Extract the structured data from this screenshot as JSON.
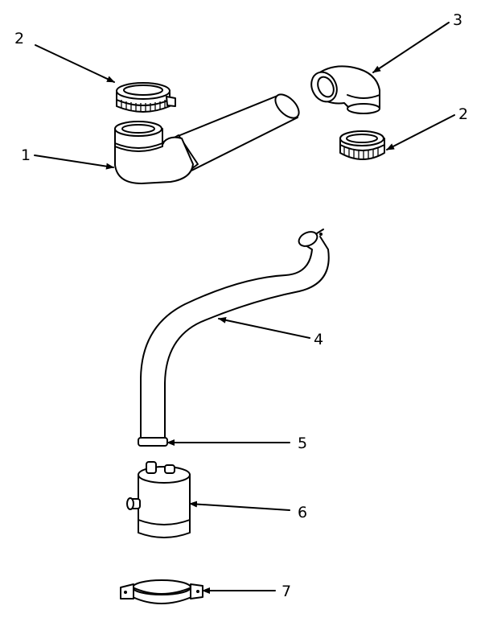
{
  "callouts": [
    {
      "id": "c2a",
      "text": "2",
      "part": "hose-clamp"
    },
    {
      "id": "c1",
      "text": "1",
      "part": "drain-elbow-pipe"
    },
    {
      "id": "c3",
      "text": "3",
      "part": "elbow-fitting"
    },
    {
      "id": "c2b",
      "text": "2",
      "part": "hose-clamp"
    },
    {
      "id": "c4",
      "text": "4",
      "part": "drain-hose"
    },
    {
      "id": "c5",
      "text": "5",
      "part": "hose-end-clamp"
    },
    {
      "id": "c6",
      "text": "6",
      "part": "pump-body"
    },
    {
      "id": "c7",
      "text": "7",
      "part": "mounting-strap"
    }
  ]
}
